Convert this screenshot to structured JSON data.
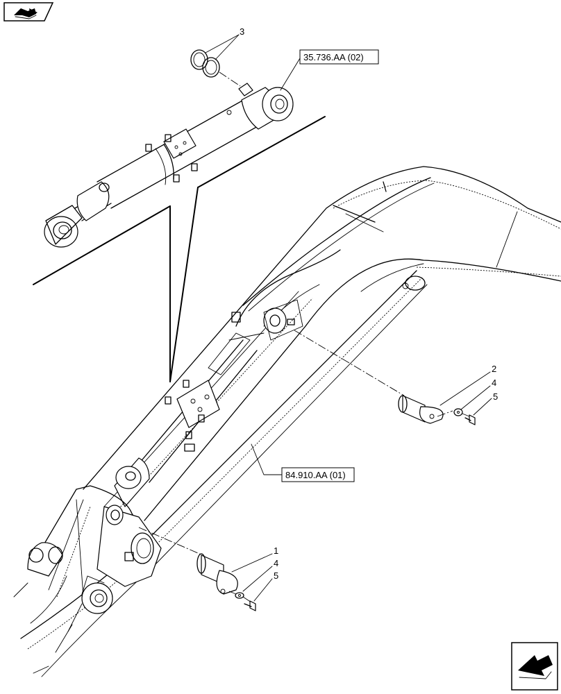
{
  "references": {
    "cylinder_ref": "35.736.AA (02)",
    "boom_ref": "84.910.AA (01)"
  },
  "callouts": {
    "c1": "1",
    "c2": "2",
    "c3": "3",
    "c4a": "4",
    "c4b": "4",
    "c5a": "5",
    "c5b": "5"
  },
  "icons": {
    "top_left": "book-arrow-icon",
    "bottom_right": "next-page-arrow-icon"
  }
}
